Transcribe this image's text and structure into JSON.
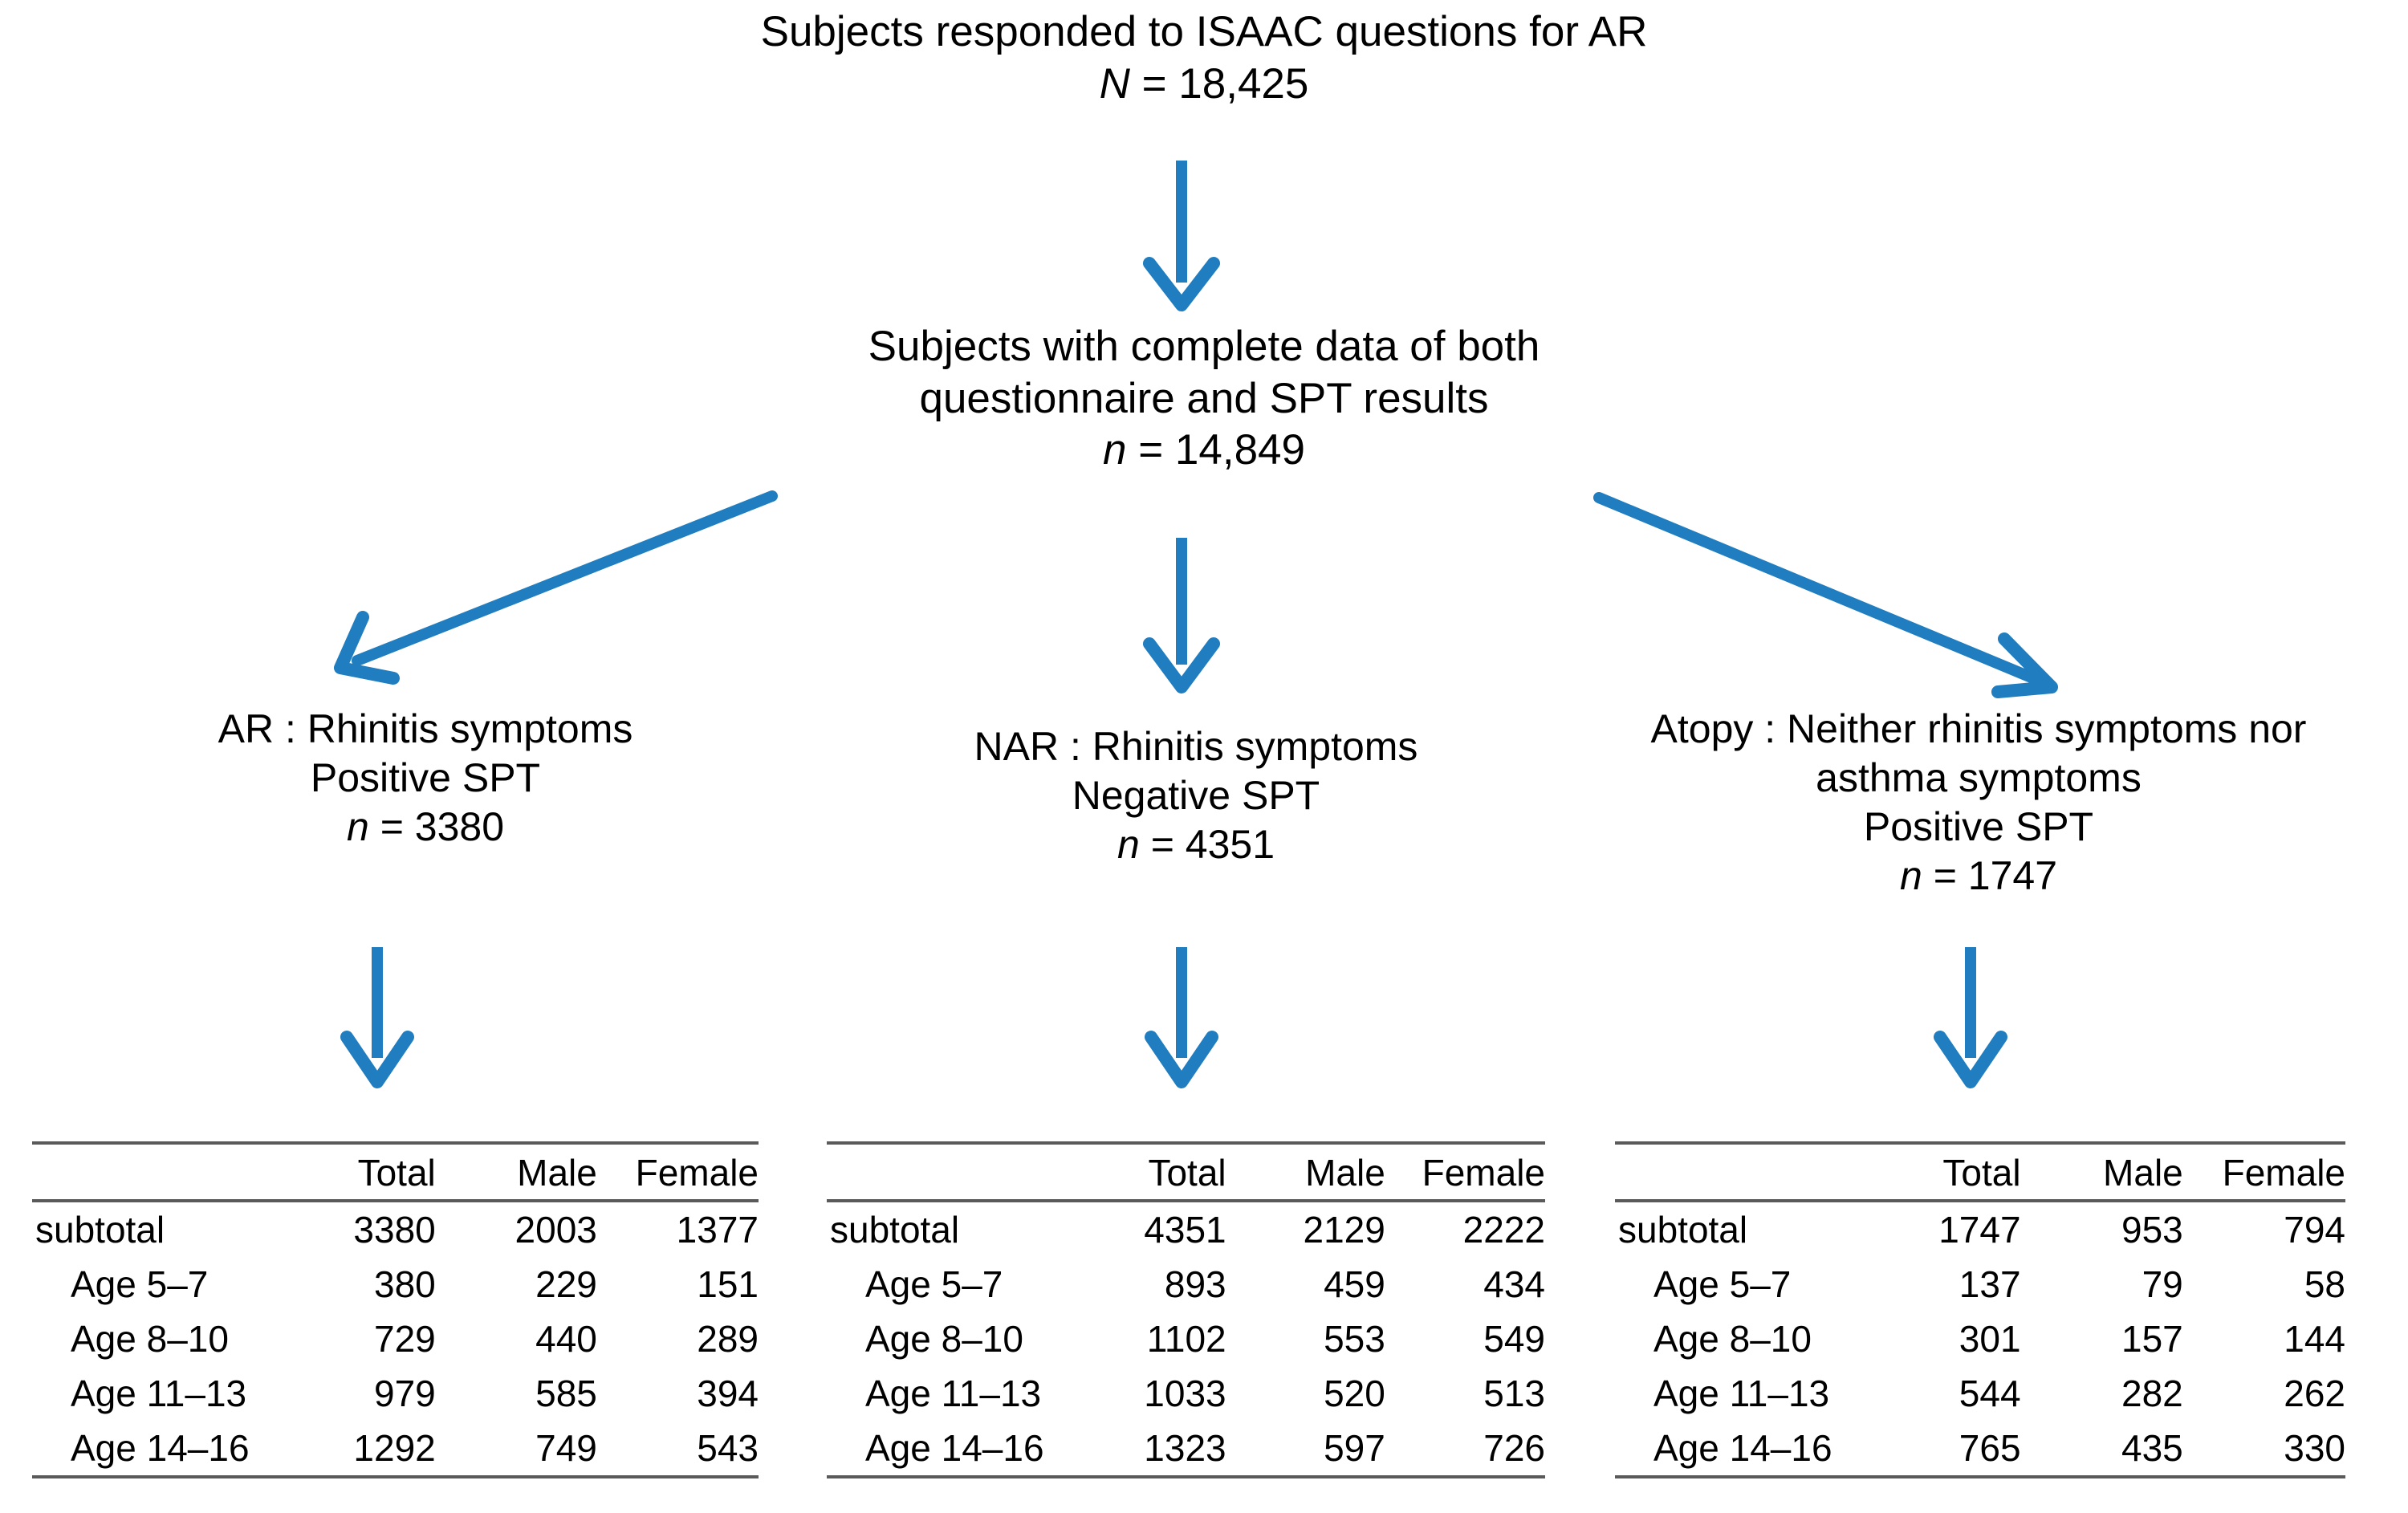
{
  "diagram": {
    "type": "flowchart",
    "accent_color": "#1f7dc0",
    "rule_color": "#5a5a5a",
    "background": "#ffffff"
  },
  "nodes": {
    "root": {
      "line1": "Subjects responded to ISAAC questions for AR",
      "symbol": "N",
      "eq": " = ",
      "value": "18,425"
    },
    "complete": {
      "line1": "Subjects with complete data of both",
      "line2": "questionnaire and SPT results",
      "symbol": "n",
      "eq": " = ",
      "value": "14,849"
    },
    "ar": {
      "line1": "AR : Rhinitis symptoms",
      "line2": "Positive SPT",
      "symbol": "n",
      "eq": " = ",
      "value": "3380"
    },
    "nar": {
      "line1": "NAR : Rhinitis symptoms",
      "line2": "Negative SPT",
      "symbol": "n",
      "eq": " = ",
      "value": "4351"
    },
    "atopy": {
      "line1": "Atopy : Neither rhinitis symptoms nor",
      "line2": "asthma symptoms",
      "line3": "Positive SPT",
      "symbol": "n",
      "eq": " = ",
      "value": "1747"
    }
  },
  "arrows": [
    {
      "name": "arrow-root-to-complete",
      "kind": "vertical"
    },
    {
      "name": "arrow-complete-to-ar",
      "kind": "diagonal-left"
    },
    {
      "name": "arrow-complete-to-nar",
      "kind": "vertical"
    },
    {
      "name": "arrow-complete-to-atopy",
      "kind": "diagonal-right"
    },
    {
      "name": "arrow-ar-to-table",
      "kind": "vertical"
    },
    {
      "name": "arrow-nar-to-table",
      "kind": "vertical"
    },
    {
      "name": "arrow-atopy-to-table",
      "kind": "vertical"
    }
  ],
  "tables": {
    "columns": [
      "",
      "Total",
      "Male",
      "Female"
    ],
    "ar": {
      "rows": [
        {
          "label": "subtotal",
          "indent": false,
          "total": "3380",
          "male": "2003",
          "female": "1377"
        },
        {
          "label": "Age 5–7",
          "indent": true,
          "total": "380",
          "male": "229",
          "female": "151"
        },
        {
          "label": "Age 8–10",
          "indent": true,
          "total": "729",
          "male": "440",
          "female": "289"
        },
        {
          "label": "Age 11–13",
          "indent": true,
          "total": "979",
          "male": "585",
          "female": "394"
        },
        {
          "label": "Age 14–16",
          "indent": true,
          "total": "1292",
          "male": "749",
          "female": "543"
        }
      ]
    },
    "nar": {
      "rows": [
        {
          "label": "subtotal",
          "indent": false,
          "total": "4351",
          "male": "2129",
          "female": "2222"
        },
        {
          "label": "Age 5–7",
          "indent": true,
          "total": "893",
          "male": "459",
          "female": "434"
        },
        {
          "label": "Age 8–10",
          "indent": true,
          "total": "1102",
          "male": "553",
          "female": "549"
        },
        {
          "label": "Age 11–13",
          "indent": true,
          "total": "1033",
          "male": "520",
          "female": "513"
        },
        {
          "label": "Age 14–16",
          "indent": true,
          "total": "1323",
          "male": "597",
          "female": "726"
        }
      ]
    },
    "atopy": {
      "rows": [
        {
          "label": "subtotal",
          "indent": false,
          "total": "1747",
          "male": "953",
          "female": "794"
        },
        {
          "label": "Age 5–7",
          "indent": true,
          "total": "137",
          "male": "79",
          "female": "58"
        },
        {
          "label": "Age 8–10",
          "indent": true,
          "total": "301",
          "male": "157",
          "female": "144"
        },
        {
          "label": "Age 11–13",
          "indent": true,
          "total": "544",
          "male": "282",
          "female": "262"
        },
        {
          "label": "Age 14–16",
          "indent": true,
          "total": "765",
          "male": "435",
          "female": "330"
        }
      ]
    }
  }
}
